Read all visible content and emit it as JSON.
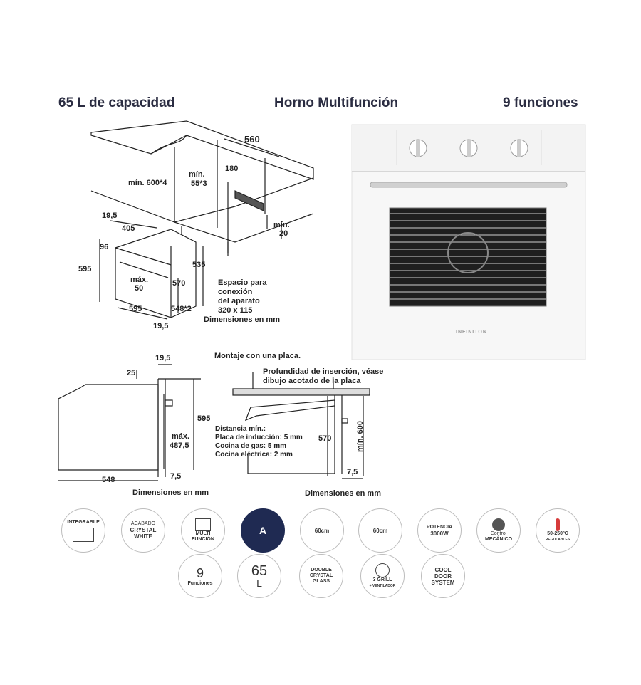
{
  "header": {
    "capacity": "65 L de capacidad",
    "product": "Horno  Multifunción",
    "functions": "9 funciones"
  },
  "install_diagram": {
    "w560": "560",
    "min600": "mín. 600*4",
    "min55": "mín.",
    "min55b": "55*3",
    "d180": "180",
    "min20a": "mín.",
    "min20b": "20",
    "d19_5": "19,5",
    "d405": "405",
    "d96": "96",
    "d595v": "595",
    "max50a": "máx.",
    "max50b": "50",
    "d570": "570",
    "d535": "535",
    "d595h": "595",
    "d548": "548*2",
    "d19_5b": "19,5",
    "note1": "Espacio para",
    "note2": "conexión",
    "note3": "del aparato",
    "note4": "320 x 115",
    "units": "Dimensiones en mm"
  },
  "oven_photo": {
    "brand": "INFINITON"
  },
  "side_diagram": {
    "d19_5": "19,5",
    "d25": "25",
    "d595": "595",
    "max487a": "máx.",
    "max487b": "487,5",
    "d7_5": "7,5",
    "d548": "548",
    "units": "Dimensiones en mm"
  },
  "hob_diagram": {
    "title": "Montaje con una placa.",
    "note1": "Profundidad de inserción, véase",
    "note2": "dibujo acotado de la placa",
    "dist0": "Distancia mín.:",
    "dist1": "Placa de inducción: 5 mm",
    "dist2": "Cocina de gas: 5 mm",
    "dist3": "Cocina eléctrica: 2 mm",
    "d570": "570",
    "min600": "mín. 600",
    "d7_5": "7,5",
    "units": "Dimensiones en mm"
  },
  "features": [
    {
      "name": "integrable",
      "line1": "INTEGRABLE",
      "line2": ""
    },
    {
      "name": "crystal-white",
      "line1": "ACABADO",
      "line2": "CRYSTAL",
      "line3": "WHITE"
    },
    {
      "name": "multifuncion",
      "line1": "MULTI",
      "line2": "FUNCIÓN"
    },
    {
      "name": "energy-class",
      "line1": "A"
    },
    {
      "name": "60cm-height",
      "line1": "60cm"
    },
    {
      "name": "60cm-width",
      "line1": "60cm"
    },
    {
      "name": "potencia",
      "line1": "POTENCIA",
      "line2": "3000W"
    },
    {
      "name": "control-mecanico",
      "line1": "Control",
      "line2": "MECÁNICO"
    },
    {
      "name": "temperature",
      "line1": "50-250ºC",
      "line2": "REGULABLES"
    },
    {
      "name": "9-funciones",
      "line1": "9",
      "line2": "Funciones"
    },
    {
      "name": "65l",
      "line1": "65",
      "line2": "L"
    },
    {
      "name": "double-glass",
      "line1": "DOUBLE",
      "line2": "CRYSTAL",
      "line3": "GLASS"
    },
    {
      "name": "grill-ventilador",
      "line1": "3 GRILL",
      "line2": "+ VENTILADOR"
    },
    {
      "name": "cool-door",
      "line1": "COOL",
      "line2": "DOOR",
      "line3": "SYSTEM"
    }
  ],
  "colors": {
    "header": "#2b2d42",
    "energy": "#1f2a52",
    "temp": "#d63b3b",
    "line": "#222222"
  }
}
